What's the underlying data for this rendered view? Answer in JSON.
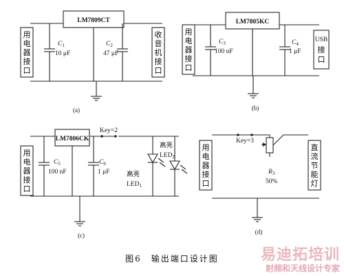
{
  "figure": {
    "caption": "图6　输出端口设计图",
    "watermark": {
      "brand": "易迪拓培训",
      "tagline": "射频和天线设计专家"
    }
  },
  "panels": {
    "a": {
      "label": "(a)",
      "chip": "LM7809CT",
      "load_left": [
        "用",
        "电",
        "器",
        "接",
        "口"
      ],
      "load_right": [
        "收",
        "音",
        "机",
        "接",
        "口"
      ],
      "c1": {
        "name": "C",
        "sub": "1",
        "value": "10 μF"
      },
      "c2": {
        "name": "C",
        "sub": "2",
        "value": "47 μF"
      }
    },
    "b": {
      "label": "(b)",
      "chip": "LM7805KC",
      "load_left": [
        "用",
        "电",
        "器",
        "接",
        "口"
      ],
      "load_right": [
        "USB",
        "接",
        "口"
      ],
      "c3": {
        "name": "C",
        "sub": "3",
        "value": "100 nF"
      },
      "c4": {
        "name": "C",
        "sub": "4",
        "value": "1 μF"
      }
    },
    "c": {
      "label": "(c)",
      "chip": "LM7806CK",
      "key": "Key=2",
      "load_left": [
        "用",
        "电",
        "器",
        "接",
        "口"
      ],
      "c5": {
        "name": "C",
        "sub": "5",
        "value": "100 nF"
      },
      "c6": {
        "name": "C",
        "sub": "6",
        "value": "1 μF"
      },
      "led1": {
        "line1": "高亮",
        "name": "LED",
        "sub": "1"
      },
      "led2": {
        "line1": "高亮",
        "name": "LED",
        "sub": "2"
      }
    },
    "d": {
      "label": "(d)",
      "key": "Key=3",
      "load_left": [
        "用",
        "电",
        "器",
        "接",
        "口"
      ],
      "load_right": [
        "直",
        "流",
        "节",
        "能",
        "灯"
      ],
      "r3": {
        "name": "R",
        "sub": "3",
        "value": "50%"
      }
    }
  }
}
